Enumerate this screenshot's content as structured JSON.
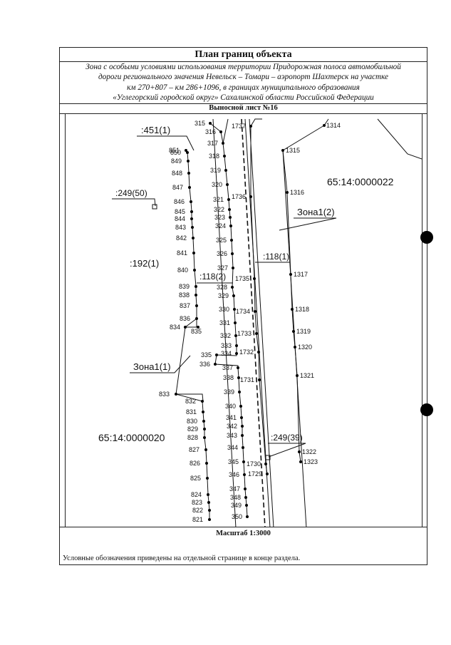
{
  "header": {
    "title": "План границ объекта",
    "description_lines": [
      "Зона с особыми условиями использования территории Придорожная полоса автомобильной",
      "дороги регионального значения Невельск – Томари – аэропорт Шахтерск на участке",
      "км 270+807 – км 286+1096, в границах муниципального образования",
      "«Углегорский городской округ» Сахалинской области Российской Федерации"
    ],
    "sheet_label": "Выносной лист №16"
  },
  "map": {
    "labels": {
      "parcel_451": ":451(1)",
      "parcel_249_50": ":249(50)",
      "parcel_192": ":192(1)",
      "parcel_118_2": ":118(2)",
      "parcel_118_1": ":118(1)",
      "parcel_249_39": ":249(39)",
      "block_22": "65:14:0000022",
      "block_20": "65:14:0000020",
      "zone_1_2": "Зона1(2)",
      "zone_1_1": "Зона1(1)"
    },
    "points": {
      "a": [
        "851",
        "850",
        "849",
        "848",
        "847",
        "846",
        "845",
        "844",
        "843",
        "842",
        "841",
        "840",
        "839",
        "838",
        "837",
        "836",
        "834",
        "835"
      ],
      "b": [
        "315",
        "316",
        "317",
        "318",
        "319",
        "320",
        "321",
        "322",
        "323",
        "324",
        "325",
        "326",
        "327",
        "328",
        "329",
        "330",
        "331",
        "332",
        "333",
        "334",
        "335",
        "336",
        "337",
        "338",
        "339",
        "340",
        "341",
        "342",
        "343",
        "344",
        "345",
        "346",
        "347",
        "348",
        "349",
        "350"
      ],
      "c": [
        "1737",
        "1736",
        "1735",
        "1734",
        "1733",
        "1732",
        "1731",
        "1730",
        "1729"
      ],
      "d": [
        "1314",
        "1315",
        "1316",
        "1317",
        "1318",
        "1319",
        "1320",
        "1321",
        "1322",
        "1323"
      ],
      "e": [
        "833",
        "832",
        "831",
        "830",
        "829",
        "828",
        "827",
        "826",
        "825",
        "824",
        "823",
        "822",
        "821"
      ]
    }
  },
  "footer": {
    "scale": "Масштаб 1:3000",
    "note": "Условные обозначения приведены на отдельной странице в конце раздела."
  }
}
